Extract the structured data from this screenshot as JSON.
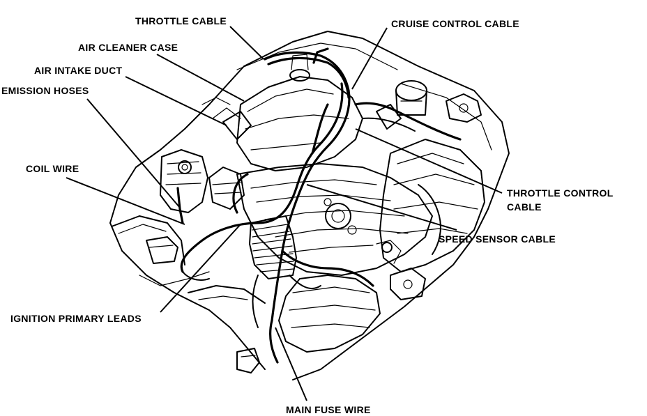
{
  "labels": {
    "throttle_cable": "THROTTLE CABLE",
    "cruise_control_cable": "CRUISE CONTROL CABLE",
    "air_cleaner_case": "AIR CLEANER CASE",
    "air_intake_duct": "AIR INTAKE DUCT",
    "emission_hoses": "EMISSION HOSES",
    "coil_wire": "COIL WIRE",
    "throttle_control_cable_line1": "THROTTLE CONTROL",
    "throttle_control_cable_line2": "CABLE",
    "speed_sensor_cable": "SPEED SENSOR CABLE",
    "ignition_primary_leads": "IGNITION PRIMARY LEADS",
    "main_fuse_wire": "MAIN FUSE WIRE"
  },
  "colors": {
    "ink": "#000000",
    "background": "#ffffff"
  }
}
